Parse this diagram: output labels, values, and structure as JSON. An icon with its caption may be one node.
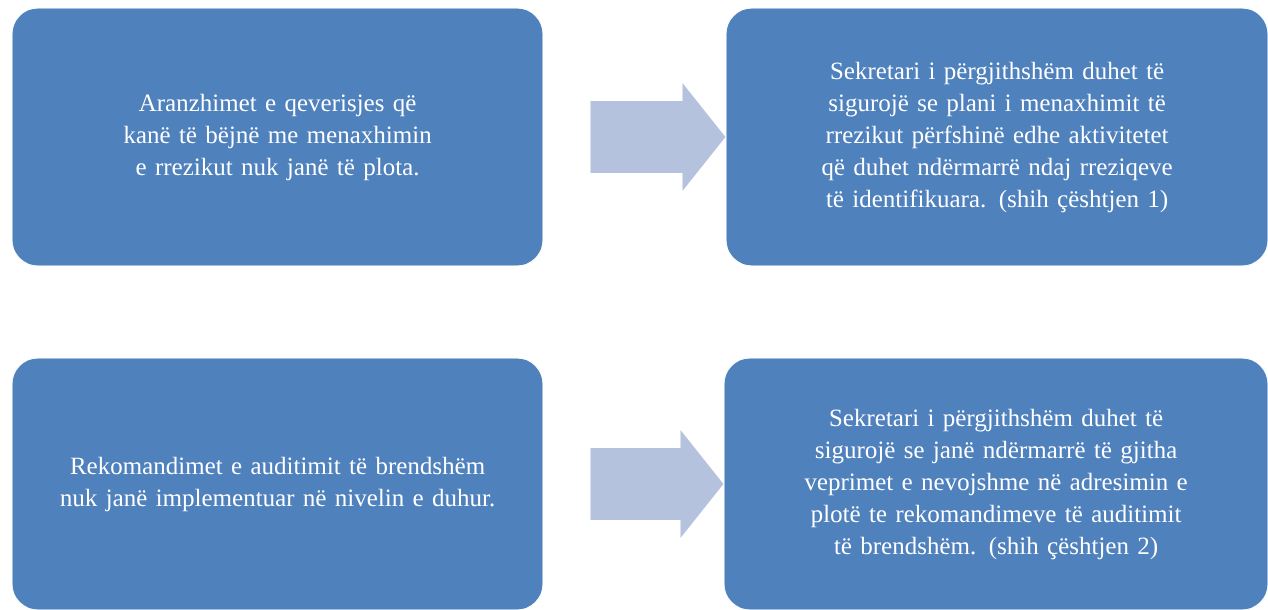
{
  "diagram": {
    "nodes": [
      {
        "text": [
          "Aranzhimet e qeverisjes që kanë të bëjnë me menaxhimin e rrezikut nuk janë të plota."
        ]
      },
      {
        "text": [
          "Sekretari i përgjithshëm duhet të sigurojë se plani i menaxhimit të rrezikut përfshinë edhe aktivitetet që duhet ndërmarrë ndaj rreziqeve të identifikuara. (shih çështjen 1)"
        ]
      },
      {
        "text": [
          "Rekomandimet e auditimit të brendshëm nuk janë implementuar në nivelin e duhur."
        ]
      },
      {
        "text": [
          "Sekretari i përgjithshëm duhet të sigurojë se janë ndërmarrë të gjitha veprimet e nevojshme në adresimin e plotë te rekomandimeve të auditimit të brendshëm. (shih çështjen 2)"
        ]
      }
    ],
    "edges": [
      {
        "from": 0,
        "to": 1,
        "arrow": "to"
      },
      {
        "from": 2,
        "to": 3,
        "arrow": "to"
      }
    ]
  }
}
